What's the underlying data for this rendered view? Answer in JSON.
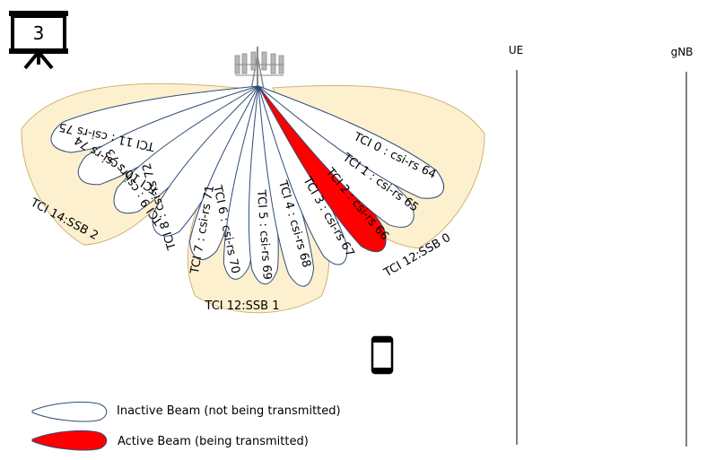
{
  "step_number": "3",
  "lifelines": {
    "ue": "UE",
    "gnb": "gNB"
  },
  "ssb_groups": [
    {
      "label": "TCI 14:SSB 2"
    },
    {
      "label": "TCI 12:SSB 1"
    },
    {
      "label": "TCI 12:SSB 0"
    }
  ],
  "beams": [
    {
      "label": "TCI 11 : csi-rs 75",
      "active": false
    },
    {
      "label": "TCI 10 : csi-rs 74",
      "active": false
    },
    {
      "label": "TCI 9 : csi-rs 73",
      "active": false
    },
    {
      "label": "TCI 8 : csi-rs 72",
      "active": false
    },
    {
      "label": "TCI 7 : csi-rs 71",
      "active": false
    },
    {
      "label": "TCI 6 : csi-rs 70",
      "active": false
    },
    {
      "label": "TCI 5 : csi-rs 69",
      "active": false
    },
    {
      "label": "TCI 4 : csi-rs 68",
      "active": false
    },
    {
      "label": "TCI 3 : csi-rs 67",
      "active": false
    },
    {
      "label": "TCI 2 : csi-rs 66",
      "active": true
    },
    {
      "label": "TCI 1 : csi-rs 65",
      "active": false
    },
    {
      "label": "TCI 0 : csi-rs 64",
      "active": false
    }
  ],
  "legend": {
    "inactive": "Inactive Beam (not being  transmitted)",
    "active": "Active Beam (being  transmitted)"
  },
  "colors": {
    "ssb_fill": "#fdf0cf",
    "ssb_stroke": "#cfb37a",
    "beam_stroke": "#2f4d77",
    "active_fill": "#ff0000",
    "inactive_fill": "#ffffff"
  },
  "icons": {
    "presentation": "presentation-board-icon",
    "tower": "cell-tower-icon",
    "phone": "smartphone-icon"
  }
}
